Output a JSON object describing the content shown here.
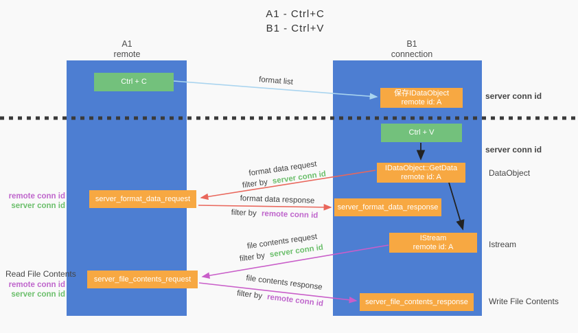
{
  "title": {
    "line1": "A1 - Ctrl+C",
    "line2": "B1 - Ctrl+V"
  },
  "columns": {
    "a1": {
      "name": "A1",
      "subtitle": "remote"
    },
    "b1": {
      "name": "B1",
      "subtitle": "connection"
    }
  },
  "nodes": {
    "ctrl_c": {
      "label": "Ctrl + C"
    },
    "ctrl_v": {
      "label": "Ctrl + V"
    },
    "save_dataobject": {
      "line1": "保存IDataObject",
      "line2": "remote id: A"
    },
    "getdata": {
      "line1": "IDataObject::GetData",
      "line2": "remote id: A"
    },
    "istream": {
      "line1": "IStream",
      "line2": "remote id: A"
    },
    "format_request": {
      "label": "server_format_data_request"
    },
    "format_response": {
      "label": "server_format_data_response"
    },
    "file_request": {
      "label": "server_file_contents_request"
    },
    "file_response": {
      "label": "server_file_contents_response"
    }
  },
  "arrow_labels": {
    "format_list": "format list",
    "format_data_request": "format data request",
    "format_data_response": "format data response",
    "file_contents_request": "file contents request",
    "file_contents_response": "file contents response",
    "filter_by": "filter by",
    "server_conn_id": "server conn id",
    "remote_conn_id": "remote conn id"
  },
  "side_labels": {
    "server_conn_id_top": "server conn id",
    "server_conn_id_mid": "server conn id",
    "dataobject": "DataObject",
    "istream": "Istream",
    "write_file_contents": "Write File Contents",
    "read_file_contents": "Read File Contents",
    "remote_conn_id_1": "remote conn id",
    "server_conn_id_1": "server conn id",
    "remote_conn_id_2": "remote conn id",
    "server_conn_id_2": "server conn id"
  },
  "colors": {
    "lane_blue": "#4d7ed2",
    "node_orange": "#f7a842",
    "node_green": "#73c17c",
    "arrow_light_blue": "#a9d4ef",
    "arrow_red": "#e9675c",
    "arrow_magenta": "#c95ec9",
    "arrow_black": "#222222",
    "text_green": "#6cbf6c",
    "text_purple": "#bf66cc",
    "background": "#f9f9f9",
    "dotted_line": "#3a3a3a"
  }
}
